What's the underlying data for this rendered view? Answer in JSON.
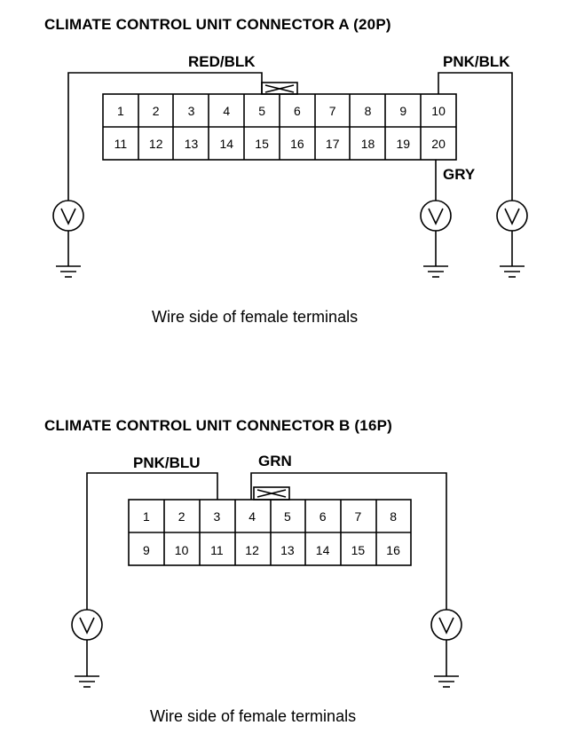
{
  "connector_a": {
    "title": "CLIMATE CONTROL UNIT CONNECTOR A (20P)",
    "caption": "Wire side of female terminals",
    "pins_top": [
      "1",
      "2",
      "3",
      "4",
      "5",
      "6",
      "7",
      "8",
      "9",
      "10"
    ],
    "pins_bottom": [
      "11",
      "12",
      "13",
      "14",
      "15",
      "16",
      "17",
      "18",
      "19",
      "20"
    ],
    "wire_labels": {
      "red_blk": "RED/BLK",
      "pnk_blk": "PNK/BLK",
      "gry": "GRY"
    },
    "voltmeter_symbol": "V"
  },
  "connector_b": {
    "title": "CLIMATE CONTROL UNIT CONNECTOR B (16P)",
    "caption": "Wire side of female terminals",
    "pins_top": [
      "1",
      "2",
      "3",
      "4",
      "5",
      "6",
      "7",
      "8"
    ],
    "pins_bottom": [
      "9",
      "10",
      "11",
      "12",
      "13",
      "14",
      "15",
      "16"
    ],
    "wire_labels": {
      "pnk_blu": "PNK/BLU",
      "grn": "GRN"
    },
    "voltmeter_symbol": "V"
  }
}
